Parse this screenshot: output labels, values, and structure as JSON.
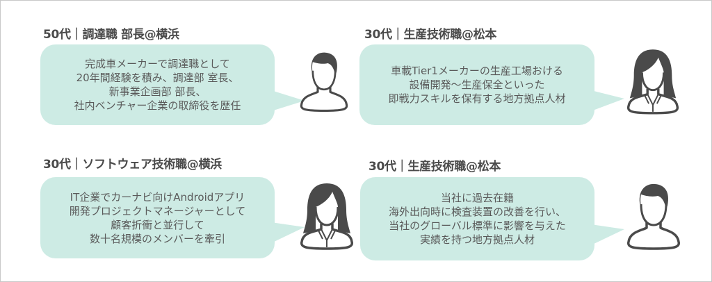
{
  "bubble_color": "#cdebe4",
  "profiles": [
    {
      "title": "50代｜調達職 部長@横浜",
      "avatar": "male-avatar-icon",
      "lines": [
        "完成車メーカーで調達職として",
        "20年間経験を積み、調達部 室長、",
        "新事業企画部 部長、",
        "社内ベンチャー企業の取締役を歴任"
      ]
    },
    {
      "title": "30代｜生産技術職@松本",
      "avatar": "female-avatar-icon",
      "lines": [
        "車載Tier1メーカーの生産工場おける",
        "設備開発〜生産保全といった",
        "即戦力スキルを保有する地方拠点人材"
      ]
    },
    {
      "title": "30代｜ソフトウェア技術職@横浜",
      "avatar": "female-avatar-icon",
      "lines": [
        "IT企業でカーナビ向けAndroidアプリ",
        "開発プロジェクトマネージャーとして",
        "顧客折衝と並行して",
        "数十名規模のメンバーを牽引"
      ]
    },
    {
      "title": "30代｜生産技術職@松本",
      "avatar": "male-avatar-icon",
      "lines": [
        "当社に過去在籍",
        "海外出向時に検査装置の改善を行い、",
        "当社のグローバル標準に影響を与えた",
        "実績を持つ地方拠点人材"
      ]
    }
  ]
}
